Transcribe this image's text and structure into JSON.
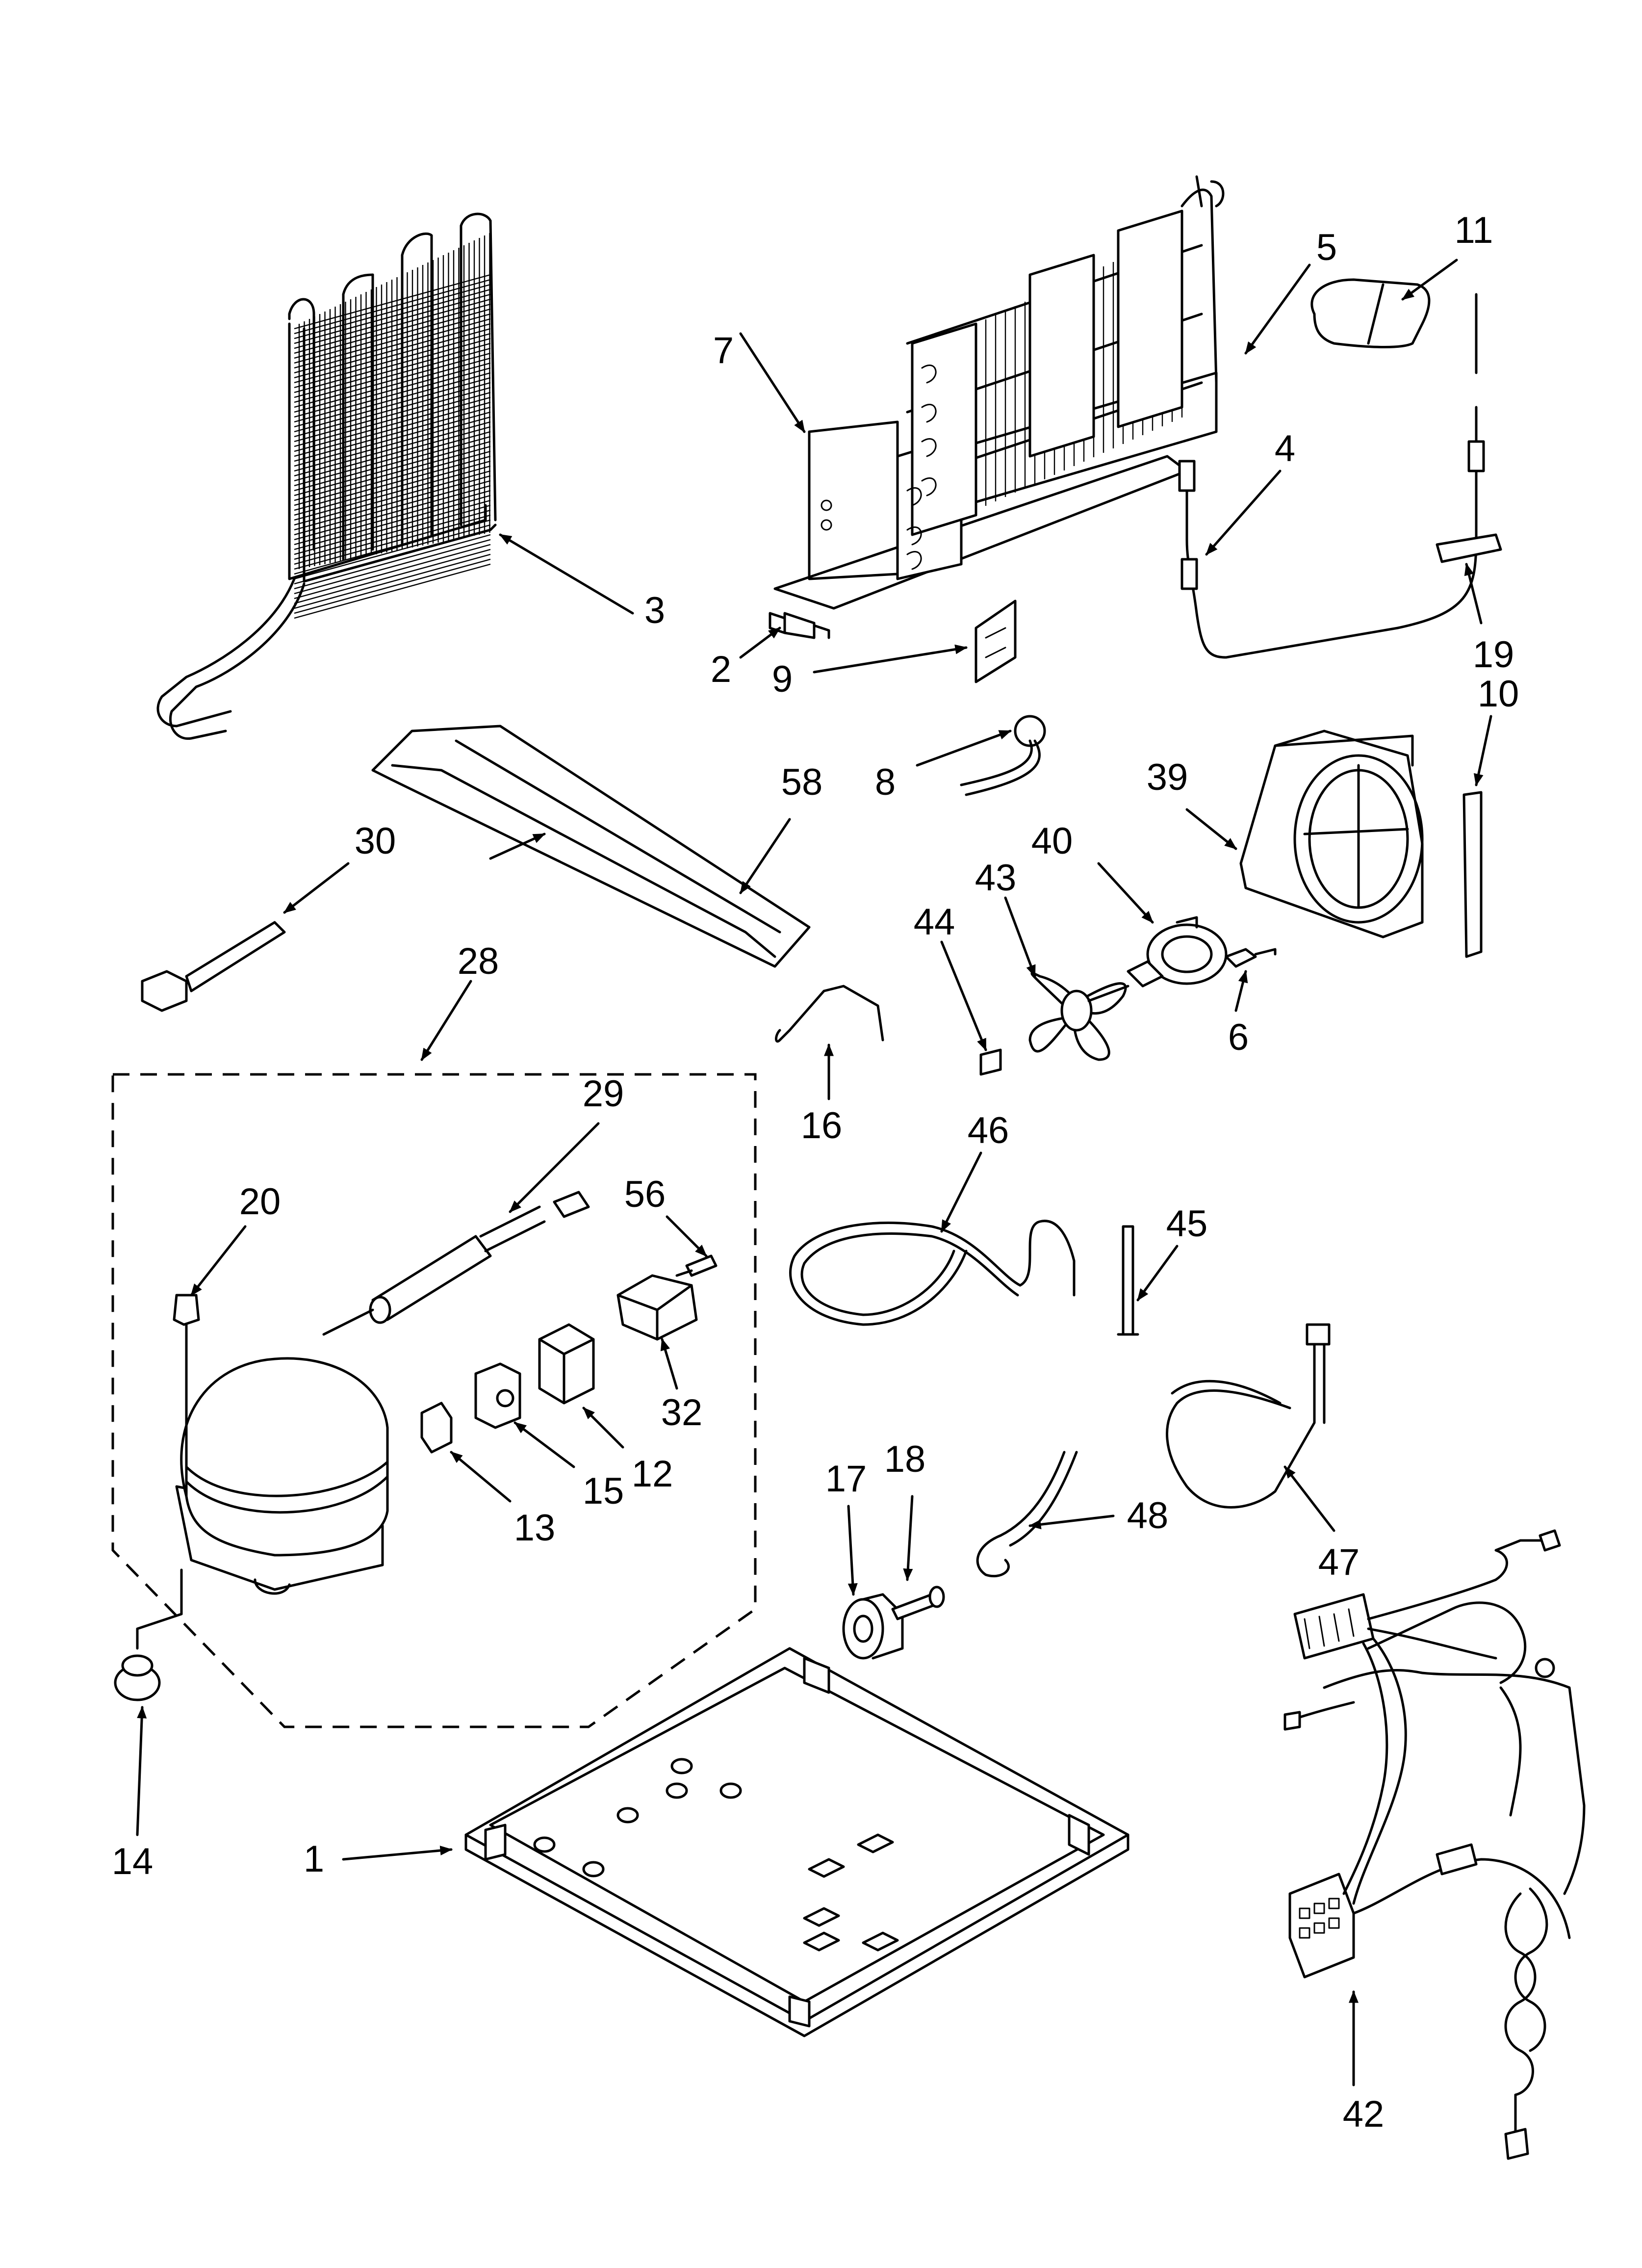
{
  "callouts": [
    {
      "id": "p1",
      "label": "1"
    },
    {
      "id": "p2",
      "label": "2"
    },
    {
      "id": "p3",
      "label": "3"
    },
    {
      "id": "p4",
      "label": "4"
    },
    {
      "id": "p5",
      "label": "5"
    },
    {
      "id": "p6",
      "label": "6"
    },
    {
      "id": "p7",
      "label": "7"
    },
    {
      "id": "p8",
      "label": "8"
    },
    {
      "id": "p9",
      "label": "9"
    },
    {
      "id": "p10",
      "label": "10"
    },
    {
      "id": "p11",
      "label": "11"
    },
    {
      "id": "p12",
      "label": "12"
    },
    {
      "id": "p13",
      "label": "13"
    },
    {
      "id": "p14",
      "label": "14"
    },
    {
      "id": "p15",
      "label": "15"
    },
    {
      "id": "p16",
      "label": "16"
    },
    {
      "id": "p17",
      "label": "17"
    },
    {
      "id": "p18",
      "label": "18"
    },
    {
      "id": "p19",
      "label": "19"
    },
    {
      "id": "p20",
      "label": "20"
    },
    {
      "id": "p28",
      "label": "28"
    },
    {
      "id": "p29",
      "label": "29"
    },
    {
      "id": "p30",
      "label": "30"
    },
    {
      "id": "p32",
      "label": "32"
    },
    {
      "id": "p39",
      "label": "39"
    },
    {
      "id": "p40",
      "label": "40"
    },
    {
      "id": "p42",
      "label": "42"
    },
    {
      "id": "p43",
      "label": "43"
    },
    {
      "id": "p44",
      "label": "44"
    },
    {
      "id": "p45",
      "label": "45"
    },
    {
      "id": "p46",
      "label": "46"
    },
    {
      "id": "p47",
      "label": "47"
    },
    {
      "id": "p48",
      "label": "48"
    },
    {
      "id": "p56",
      "label": "56"
    },
    {
      "id": "p58",
      "label": "58"
    }
  ]
}
